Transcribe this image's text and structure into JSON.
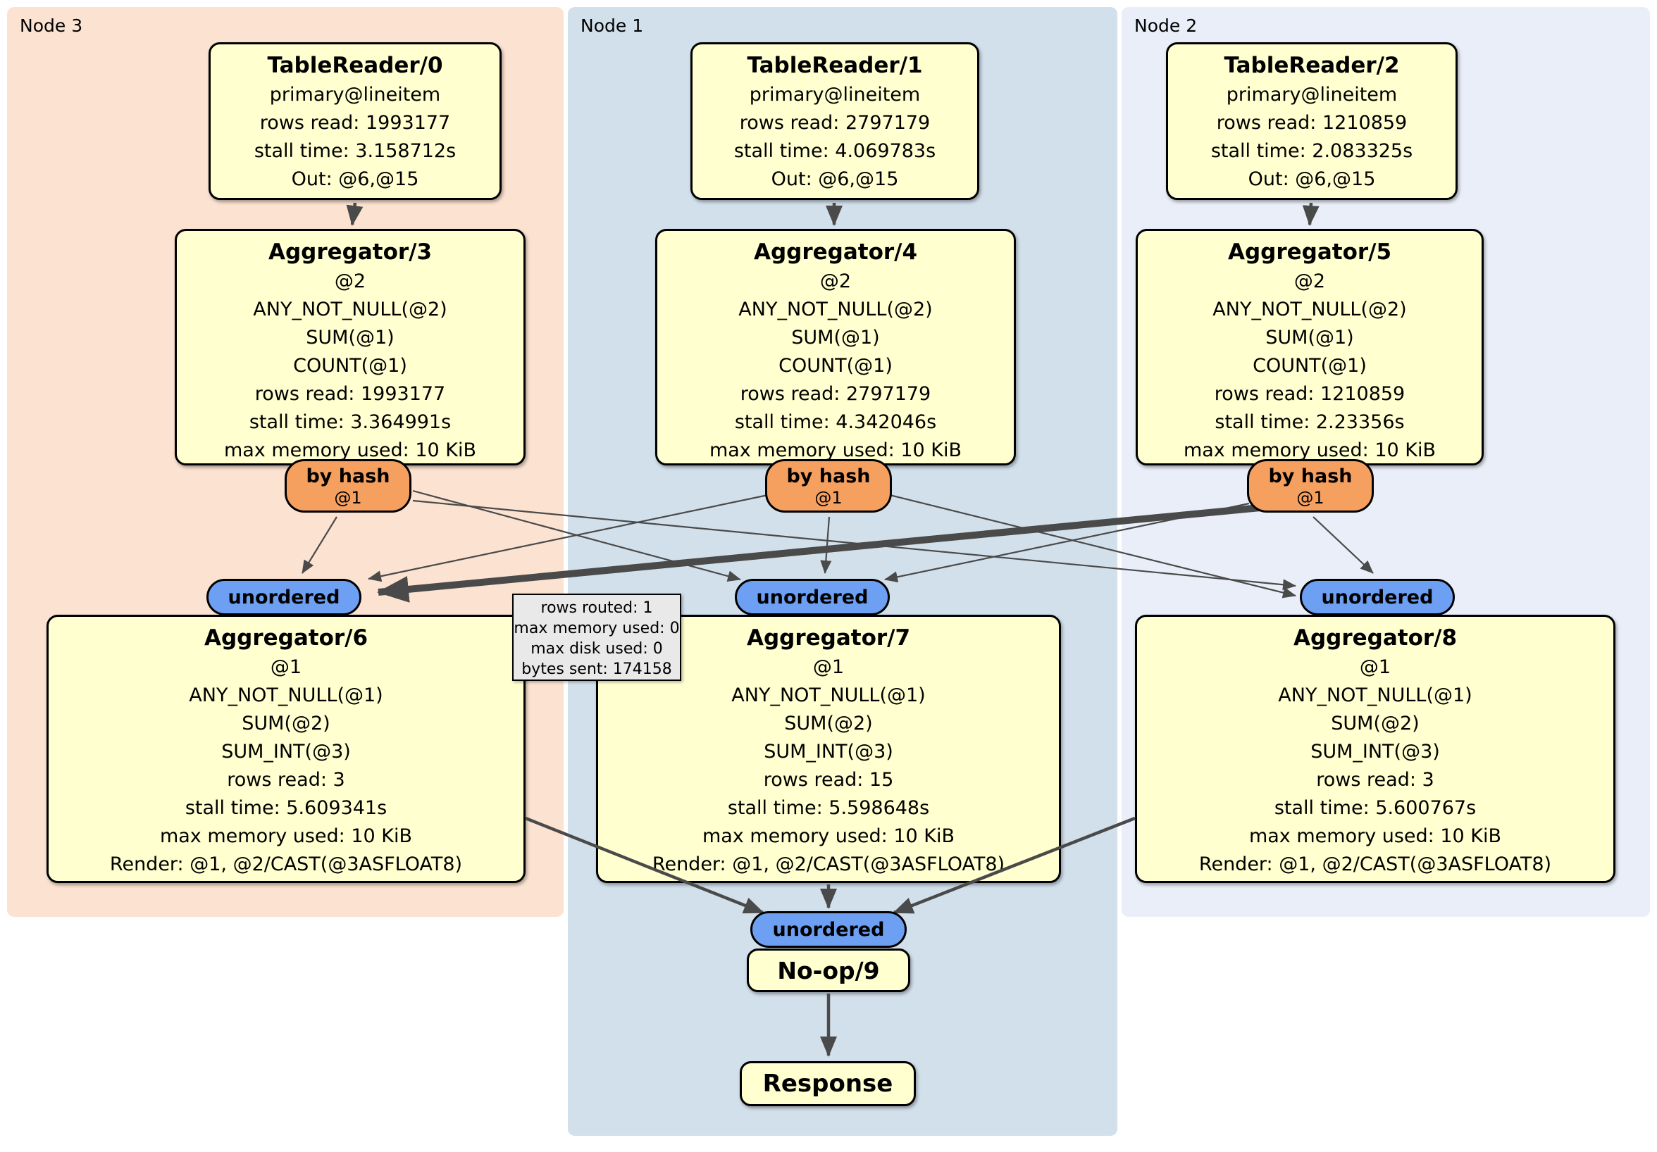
{
  "regions": {
    "node3": {
      "label": "Node 3"
    },
    "node1": {
      "label": "Node 1"
    },
    "node2": {
      "label": "Node 2"
    }
  },
  "processors": {
    "tr0": {
      "title": "TableReader/0",
      "lines": [
        "primary@lineitem",
        "rows read: 1993177",
        "stall time: 3.158712s",
        "Out: @6,@15"
      ]
    },
    "tr1": {
      "title": "TableReader/1",
      "lines": [
        "primary@lineitem",
        "rows read: 2797179",
        "stall time: 4.069783s",
        "Out: @6,@15"
      ]
    },
    "tr2": {
      "title": "TableReader/2",
      "lines": [
        "primary@lineitem",
        "rows read: 1210859",
        "stall time: 2.083325s",
        "Out: @6,@15"
      ]
    },
    "agg3": {
      "title": "Aggregator/3",
      "lines": [
        "@2",
        "ANY_NOT_NULL(@2)",
        "SUM(@1)",
        "COUNT(@1)",
        "rows read: 1993177",
        "stall time: 3.364991s",
        "max memory used: 10 KiB"
      ]
    },
    "agg4": {
      "title": "Aggregator/4",
      "lines": [
        "@2",
        "ANY_NOT_NULL(@2)",
        "SUM(@1)",
        "COUNT(@1)",
        "rows read: 2797179",
        "stall time: 4.342046s",
        "max memory used: 10 KiB"
      ]
    },
    "agg5": {
      "title": "Aggregator/5",
      "lines": [
        "@2",
        "ANY_NOT_NULL(@2)",
        "SUM(@1)",
        "COUNT(@1)",
        "rows read: 1210859",
        "stall time: 2.23356s",
        "max memory used: 10 KiB"
      ]
    },
    "agg6": {
      "title": "Aggregator/6",
      "lines": [
        "@1",
        "ANY_NOT_NULL(@1)",
        "SUM(@2)",
        "SUM_INT(@3)",
        "rows read: 3",
        "stall time: 5.609341s",
        "max memory used: 10 KiB",
        "Render: @1, @2/CAST(@3ASFLOAT8)"
      ]
    },
    "agg7": {
      "title": "Aggregator/7",
      "lines": [
        "@1",
        "ANY_NOT_NULL(@1)",
        "SUM(@2)",
        "SUM_INT(@3)",
        "rows read: 15",
        "stall time: 5.598648s",
        "max memory used: 10 KiB",
        "Render: @1, @2/CAST(@3ASFLOAT8)"
      ]
    },
    "agg8": {
      "title": "Aggregator/8",
      "lines": [
        "@1",
        "ANY_NOT_NULL(@1)",
        "SUM(@2)",
        "SUM_INT(@3)",
        "rows read: 3",
        "stall time: 5.600767s",
        "max memory used: 10 KiB",
        "Render: @1, @2/CAST(@3ASFLOAT8)"
      ]
    },
    "noop9": {
      "title": "No-op/9"
    },
    "response": {
      "title": "Response"
    }
  },
  "routers": {
    "hash_left": {
      "label": "by hash",
      "tag": "@1"
    },
    "hash_mid": {
      "label": "by hash",
      "tag": "@1"
    },
    "hash_right": {
      "label": "by hash",
      "tag": "@1"
    },
    "unordered_left": {
      "label": "unordered"
    },
    "unordered_mid": {
      "label": "unordered"
    },
    "unordered_right": {
      "label": "unordered"
    },
    "unordered_bottom": {
      "label": "unordered"
    }
  },
  "tooltip": {
    "lines": [
      "rows routed: 1",
      "max memory used: 0",
      "max disk used: 0",
      "bytes sent: 174158"
    ]
  },
  "colors": {
    "processor_fill": "#ffffcf",
    "hash_router_fill": "#f6a060",
    "stream_router_fill": "#6d9ff2",
    "node3_bg": "#fbe2d1",
    "node1_bg": "#d2e0ec",
    "node2_bg": "#e9eef8",
    "edge": "#4a4a4a",
    "tooltip_bg": "#e9e9e9"
  }
}
